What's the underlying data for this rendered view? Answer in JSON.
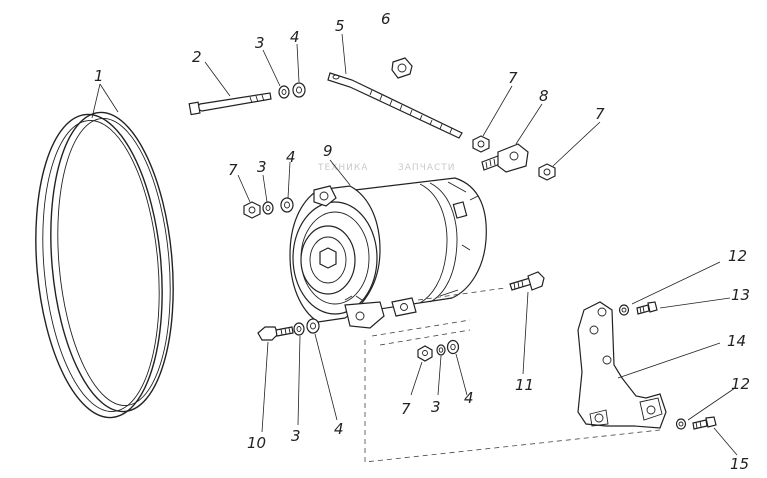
{
  "watermark": {
    "left": "ТЕХНИКА",
    "right": "ЗАПЧАСТИ"
  },
  "callouts": [
    {
      "id": "c1",
      "text": "1"
    },
    {
      "id": "c2",
      "text": "2"
    },
    {
      "id": "c3a",
      "text": "3"
    },
    {
      "id": "c4a",
      "text": "4"
    },
    {
      "id": "c5",
      "text": "5"
    },
    {
      "id": "c6",
      "text": "6"
    },
    {
      "id": "c7a",
      "text": "7"
    },
    {
      "id": "c8",
      "text": "8"
    },
    {
      "id": "c7b",
      "text": "7"
    },
    {
      "id": "c9",
      "text": "9"
    },
    {
      "id": "c7c",
      "text": "7"
    },
    {
      "id": "c3b",
      "text": "3"
    },
    {
      "id": "c4b",
      "text": "4"
    },
    {
      "id": "c12a",
      "text": "12"
    },
    {
      "id": "c13",
      "text": "13"
    },
    {
      "id": "c14",
      "text": "14"
    },
    {
      "id": "c11",
      "text": "11"
    },
    {
      "id": "c7d",
      "text": "7"
    },
    {
      "id": "c3c",
      "text": "3"
    },
    {
      "id": "c4c",
      "text": "4"
    },
    {
      "id": "c12b",
      "text": "12"
    },
    {
      "id": "c10",
      "text": "10"
    },
    {
      "id": "c3d",
      "text": "3"
    },
    {
      "id": "c4d",
      "text": "4"
    },
    {
      "id": "c15",
      "text": "15"
    }
  ]
}
